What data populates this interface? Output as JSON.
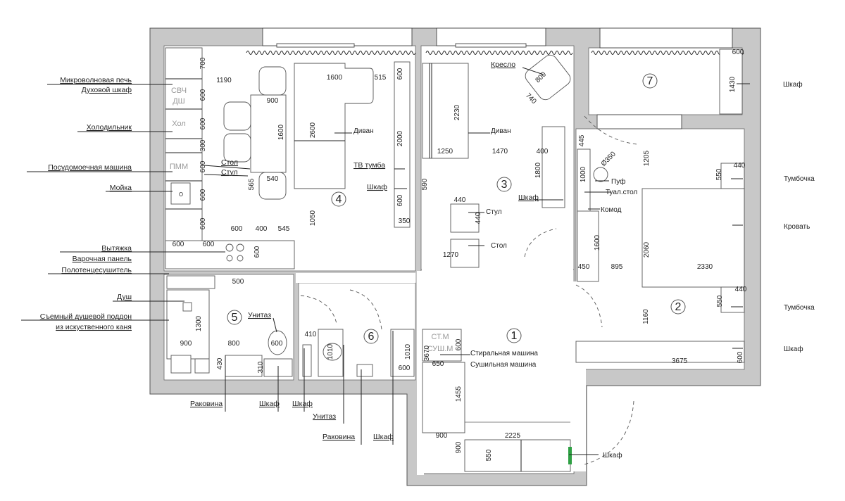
{
  "colors": {
    "wall": "#c8c8c8",
    "line": "#222222",
    "accent": "#2ea043"
  },
  "rooms": [
    "1",
    "2",
    "3",
    "4",
    "5",
    "6",
    "7"
  ],
  "callouts_left": [
    "Микроволновая печь",
    "Духовой шкаф",
    "Холодильник",
    "Посудомоечная машина",
    "Мойка",
    "Вытяжка",
    "Варочная панель",
    "Полотенцесушитель",
    "Душ",
    "Съемный душевой поддон",
    "из искуственного каня"
  ],
  "appliances": [
    "СВЧ",
    "ДШ",
    "Хол",
    "ПММ",
    "СТ.М",
    "СУШ.М"
  ],
  "kitchen_living": {
    "labels": [
      "Стол",
      "Стул",
      "Диван",
      "ТВ тумба",
      "Шкаф"
    ],
    "dims": [
      "700",
      "600",
      "600",
      "300",
      "600",
      "600",
      "600",
      "1190",
      "900",
      "1600",
      "540",
      "565",
      "2600",
      "1600",
      "515",
      "600",
      "2000",
      "600",
      "350",
      "1050",
      "600",
      "400",
      "545",
      "600",
      "600",
      "600",
      "500"
    ]
  },
  "bathrooms": {
    "labels": [
      "Унитаз"
    ],
    "bottom_labels": [
      "Раковина",
      "Шкаф",
      "Шкаф",
      "Унитаз",
      "Раковина",
      "Шкаф"
    ],
    "dims": [
      "1300",
      "900",
      "800",
      "600",
      "430",
      "310",
      "410",
      "1010",
      "1010",
      "600"
    ]
  },
  "living_room": {
    "labels": [
      "Кресло",
      "Диван",
      "Шкаф",
      "Стул",
      "Стол"
    ],
    "dims": [
      "800",
      "740",
      "2230",
      "1250",
      "1470",
      "400",
      "1800",
      "590",
      "440",
      "440",
      "1270"
    ]
  },
  "balcony": {
    "labels": [
      "Шкаф"
    ],
    "dims": [
      "600",
      "1430"
    ]
  },
  "bedroom": {
    "labels": [
      "Пуф",
      "Туал.стол",
      "Комод",
      "Тумбочка",
      "Кровать",
      "Тумбочка",
      "Шкаф"
    ],
    "dims": [
      "445",
      "Ø350",
      "1000",
      "1205",
      "440",
      "550",
      "1600",
      "2060",
      "450",
      "895",
      "2330",
      "440",
      "550",
      "1160",
      "600",
      "3675"
    ]
  },
  "hall": {
    "labels": [
      "Стиральная машина",
      "Сушильная машина",
      "Шкаф"
    ],
    "dims": [
      "600",
      "3670",
      "650",
      "1455",
      "900",
      "2225",
      "900",
      "550"
    ]
  }
}
